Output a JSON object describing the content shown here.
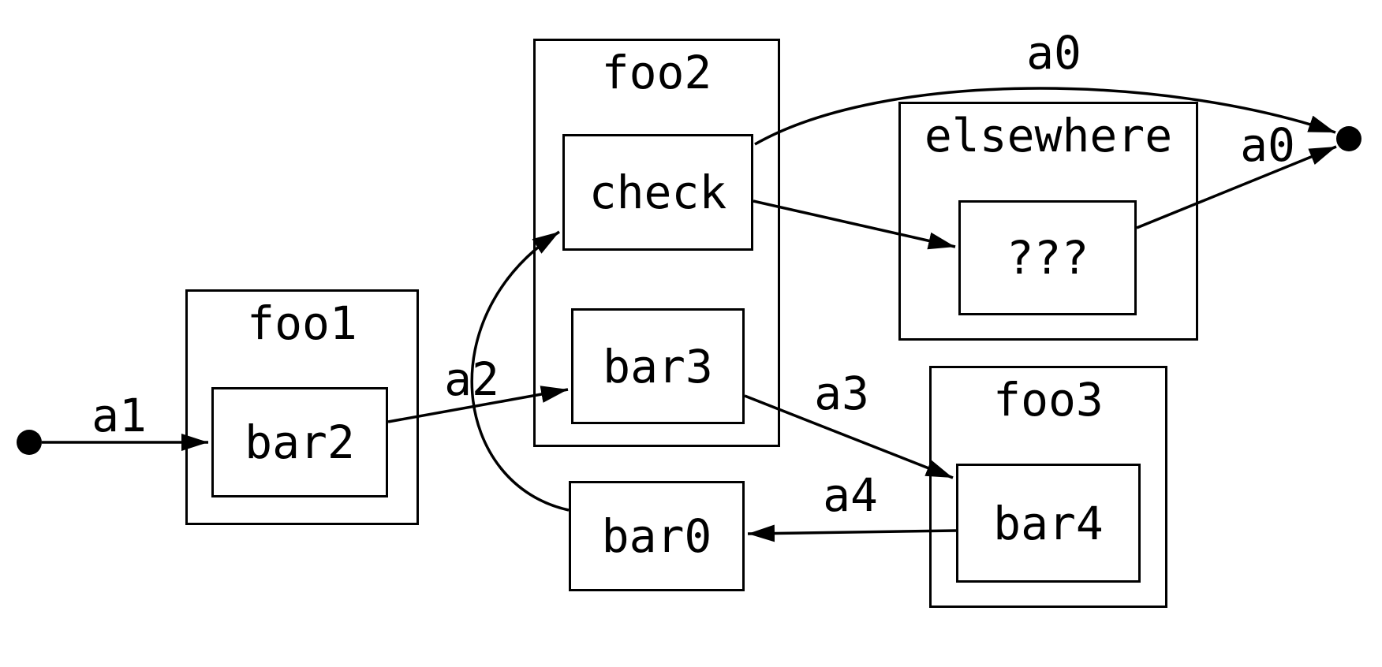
{
  "colors": {
    "stroke": "#000000",
    "background": "#ffffff",
    "text": "#000000"
  },
  "clusters": {
    "foo1": {
      "label": "foo1"
    },
    "foo2": {
      "label": "foo2"
    },
    "foo3": {
      "label": "foo3"
    },
    "elsewhere": {
      "label": "elsewhere"
    }
  },
  "nodes": {
    "bar2": {
      "label": "bar2",
      "cluster": "foo1"
    },
    "check": {
      "label": "check",
      "cluster": "foo2"
    },
    "bar3": {
      "label": "bar3",
      "cluster": "foo2"
    },
    "bar0": {
      "label": "bar0",
      "cluster": ""
    },
    "unknown": {
      "label": "???",
      "cluster": "elsewhere"
    },
    "bar4": {
      "label": "bar4",
      "cluster": "foo3"
    }
  },
  "edges": {
    "a1": {
      "label": "a1",
      "from": "start-terminal",
      "to": "bar2"
    },
    "a2": {
      "label": "a2",
      "from": "bar2",
      "to": "bar3"
    },
    "bar0_to_check": {
      "label": "",
      "from": "bar0",
      "to": "check"
    },
    "check_to_unknown": {
      "label": "",
      "from": "check",
      "to": "unknown"
    },
    "a0_top": {
      "label": "a0",
      "from": "check",
      "to": "end-terminal"
    },
    "a0_right": {
      "label": "a0",
      "from": "unknown",
      "to": "end-terminal"
    },
    "a3": {
      "label": "a3",
      "from": "bar3",
      "to": "bar4"
    },
    "a4": {
      "label": "a4",
      "from": "bar4",
      "to": "bar0"
    }
  }
}
